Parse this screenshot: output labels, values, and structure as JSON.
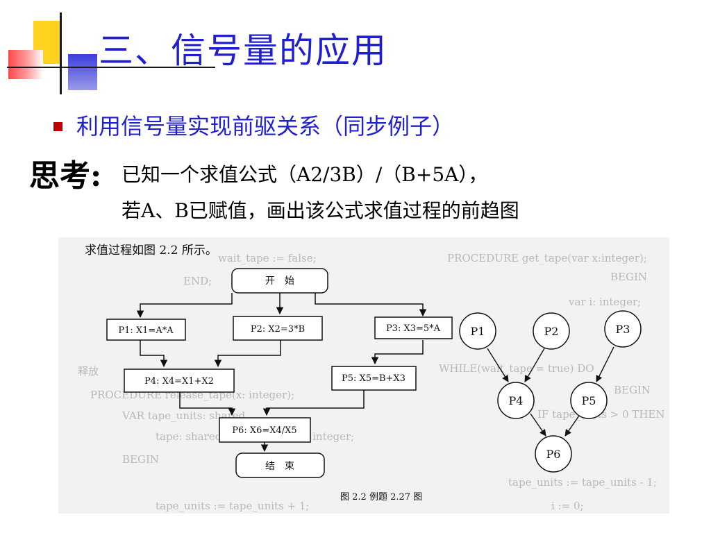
{
  "slide": {
    "title": "三、信号量的应用",
    "bullet": "利用信号量实现前驱关系（同步例子）",
    "think_label": "思考:",
    "question_line1": "已知一个求值公式（A2/3B）/（B+5A），",
    "question_line2": "若A、B已赋值，画出该公式求值过程的前趋图"
  },
  "figure": {
    "caption_top": "求值过程如图 2.2 所示。",
    "caption_bottom": "图 2.2   例题 2.27 图",
    "flowchart": {
      "start": "开　始",
      "end": "结　束",
      "p1": "P1:  X1=A*A",
      "p2": "P2:  X2=3*B",
      "p3": "P3:  X3=5*A",
      "p4": "P4:  X4=X1+X2",
      "p5": "P5:  X5=B+X3",
      "p6": "P6:  X6=X4/X5"
    },
    "graph": {
      "nodes": [
        "P1",
        "P2",
        "P3",
        "P4",
        "P5",
        "P6"
      ]
    },
    "background_text": [
      "PROCEDURE get_tape(var x:integer);",
      "BEGIN",
      "var i: integer;",
      "wait_tape := false;",
      "END;",
      "WHILE(wait_tape = true) DO",
      "BEGIN",
      "IF tape_units > 0 THEN",
      "释放",
      "PROCEDURE release_tape(x: integer);",
      "VAR tape_units: shared",
      "tape: shared ARRAY[1..4] OF integer;",
      "BEGIN",
      "tape_units := tape_units - 1;",
      "tape_units := tape_units + 1;",
      "i := 0;"
    ]
  }
}
